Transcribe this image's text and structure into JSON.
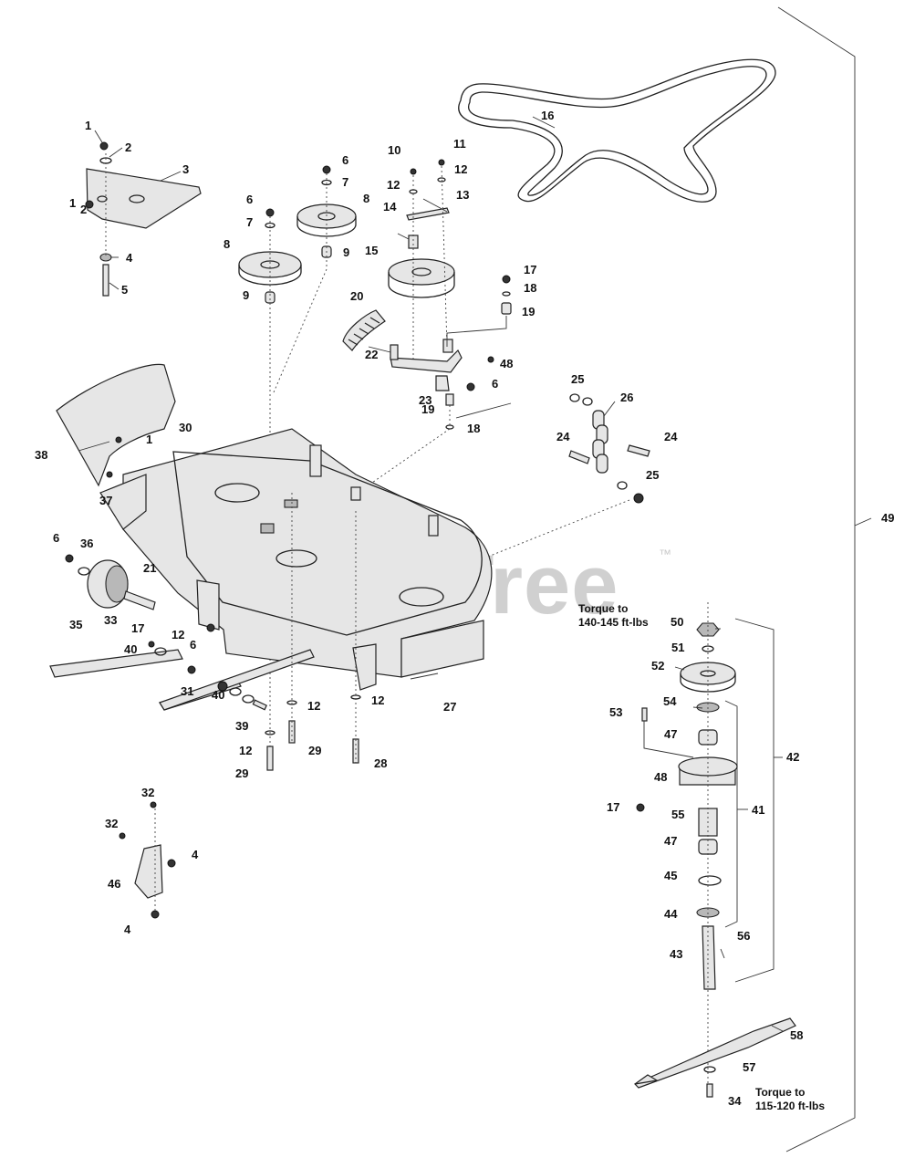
{
  "watermark": {
    "text": "PartsTree",
    "trademark": "™"
  },
  "notes": {
    "torque_spindle_line1": "Torque to",
    "torque_spindle_line2": "140-145 ft-lbs",
    "torque_blade_line1": "Torque to",
    "torque_blade_line2": "115-120 ft-lbs"
  },
  "callouts": {
    "c1a": "1",
    "c2a": "2",
    "c3": "3",
    "c2b": "2",
    "c1b": "1",
    "c4a": "4",
    "c5": "5",
    "c6a": "6",
    "c7a": "7",
    "c8a": "8",
    "c9a": "9",
    "c6b": "6",
    "c7b": "7",
    "c8b": "8",
    "c9b": "9",
    "c10": "10",
    "c11": "11",
    "c12a": "12",
    "c12b": "12",
    "c13": "13",
    "c14": "14",
    "c15": "15",
    "c16": "16",
    "c17a": "17",
    "c18a": "18",
    "c19a": "19",
    "c20": "20",
    "c22": "22",
    "c48a": "48",
    "c19b": "19",
    "c6c": "6",
    "c23": "23",
    "c18b": "18",
    "c25a": "25",
    "c26": "26",
    "c24a": "24",
    "c24b": "24",
    "c25b": "25",
    "c38": "38",
    "c1c": "1",
    "c30": "30",
    "c37": "37",
    "c6d": "6",
    "c36": "36",
    "c21": "21",
    "c35": "35",
    "c33": "33",
    "c17b": "17",
    "c12c": "12",
    "c6e": "6",
    "c40a": "40",
    "c31": "31",
    "c40b": "40",
    "c39": "39",
    "c12d": "12",
    "c29a": "29",
    "c12e": "12",
    "c29b": "29",
    "c12f": "12",
    "c28": "28",
    "c27": "27",
    "c32a": "32",
    "c32b": "32",
    "c4b": "4",
    "c46": "46",
    "c4c": "4",
    "c49": "49",
    "c50": "50",
    "c51": "51",
    "c52": "52",
    "c42": "42",
    "c54": "54",
    "c53": "53",
    "c47a": "47",
    "c48b": "48",
    "c17c": "17",
    "c55": "55",
    "c41": "41",
    "c47b": "47",
    "c45": "45",
    "c44": "44",
    "c56": "56",
    "c43": "43",
    "c58": "58",
    "c57": "57",
    "c34": "34"
  }
}
